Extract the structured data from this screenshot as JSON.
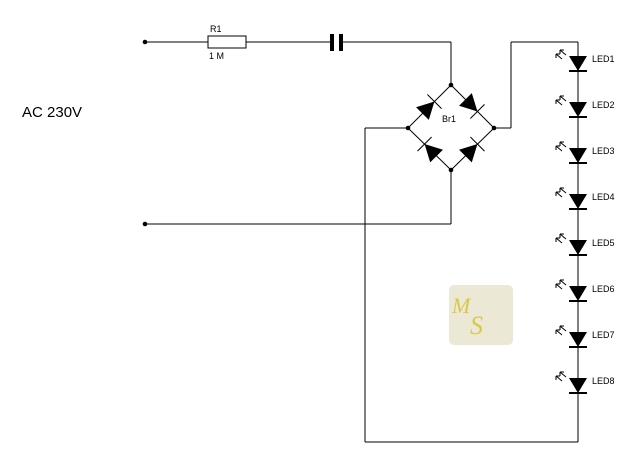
{
  "source_label": "AC  230V",
  "resistor": {
    "ref": "R1",
    "value": "1 M"
  },
  "bridge": {
    "ref": "Br1"
  },
  "leds": [
    "LED1",
    "LED2",
    "LED3",
    "LED4",
    "LED5",
    "LED6",
    "LED7",
    "LED8"
  ],
  "watermark": {
    "text": "MS",
    "bg_color": "#e8e4cf",
    "text_color": "#d9c84a"
  },
  "colors": {
    "wire": "#000000",
    "background": "#ffffff"
  }
}
